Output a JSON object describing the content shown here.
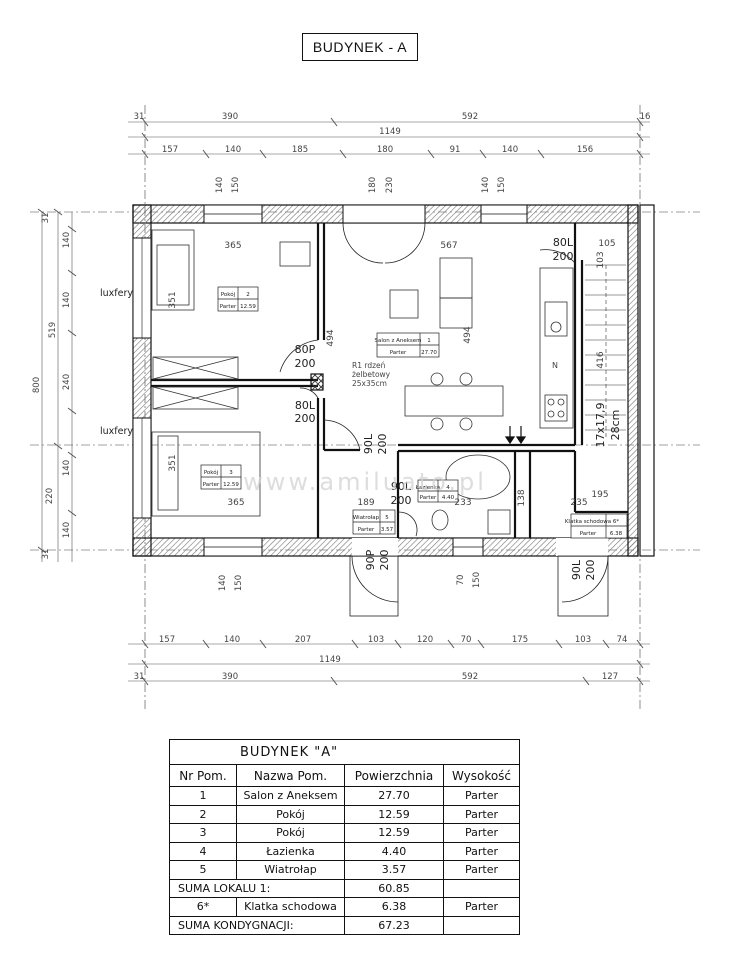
{
  "title": "BUDYNEK - A",
  "plan": {
    "dims_top": {
      "row1": [
        "31",
        "390",
        "592",
        "16"
      ],
      "row2": [
        "1149"
      ],
      "row3": [
        "157",
        "140",
        "185",
        "180",
        "91",
        "140",
        "156"
      ],
      "openings_top": [
        [
          "140",
          "150"
        ],
        [
          "180",
          "230"
        ],
        [
          "140",
          "150"
        ]
      ]
    },
    "dims_bottom": {
      "row1": [
        "157",
        "140",
        "207",
        "103",
        "120",
        "70",
        "175",
        "103",
        "74"
      ],
      "row2": [
        "1149"
      ],
      "row3": [
        "31",
        "390",
        "592",
        "127"
      ],
      "openings_bottom": [
        [
          "140",
          "150"
        ],
        [
          "70",
          "150"
        ]
      ]
    },
    "dims_left": {
      "outer": "800",
      "mid": [
        "519"
      ],
      "inner": [
        "31",
        "140",
        "140",
        "240",
        "140",
        "220",
        "140",
        "31"
      ]
    },
    "luxfery_labels": [
      "luxfery",
      "luxfery"
    ],
    "room_dims": {
      "r365_top": "365",
      "r351_top": "351",
      "r567": "567",
      "r494_left": "494",
      "r494_right": "494",
      "r365_bottom": "365",
      "r351_bottom": "351",
      "r189": "189",
      "r233": "233",
      "r235": "235",
      "r195": "195",
      "r105": "105",
      "r103": "103",
      "r416": "416",
      "r138": "138"
    },
    "doors": [
      {
        "code": "80P",
        "height": "200"
      },
      {
        "code": "80L",
        "height": "200"
      },
      {
        "code": "90L",
        "height": "200"
      },
      {
        "code": "90L",
        "height": "200"
      },
      {
        "code": "90P",
        "height": "200"
      },
      {
        "code": "90L",
        "height": "200"
      },
      {
        "code": "80L",
        "height": "200"
      }
    ],
    "stairs": {
      "steps": "17x17,9",
      "tread": "28cm"
    },
    "column_note": [
      "R1 rdzeń",
      "żelbetowy",
      "25x35cm"
    ],
    "room_tags": [
      {
        "no": "2",
        "name": "Pokój",
        "level": "Parter",
        "area": "12.59"
      },
      {
        "no": "1",
        "name": "Salon z Aneksem",
        "level": "Parter",
        "area": "27.70"
      },
      {
        "no": "3",
        "name": "Pokój",
        "level": "Parter",
        "area": "12.59"
      },
      {
        "no": "4",
        "name": "Łazienka",
        "level": "Parter",
        "area": "4.40"
      },
      {
        "no": "5",
        "name": "Wiatrołap",
        "level": "Parter",
        "area": "3.57"
      },
      {
        "no": "6*",
        "name": "Klatka schodowa",
        "level": "Parter",
        "area": "6.38"
      }
    ],
    "watermark": "www.amiluato.pl",
    "misc": [
      "N"
    ]
  },
  "schedule": {
    "caption": "BUDYNEK \"A\"",
    "headers": [
      "Nr Pom.",
      "Nazwa Pom.",
      "Powierzchnia",
      "Wysokość"
    ],
    "rows": [
      [
        "1",
        "Salon z Aneksem",
        "27.70",
        "Parter"
      ],
      [
        "2",
        "Pokój",
        "12.59",
        "Parter"
      ],
      [
        "3",
        "Pokój",
        "12.59",
        "Parter"
      ],
      [
        "4",
        "Łazienka",
        "4.40",
        "Parter"
      ],
      [
        "5",
        "Wiatrołap",
        "3.57",
        "Parter"
      ]
    ],
    "sum1": {
      "label": "SUMA LOKALU 1:",
      "value": "60.85"
    },
    "extra_row": [
      "6*",
      "Klatka schodowa",
      "6.38",
      "Parter"
    ],
    "sum2": {
      "label": "SUMA KONDYGNACJI:",
      "value": "67.23"
    }
  }
}
